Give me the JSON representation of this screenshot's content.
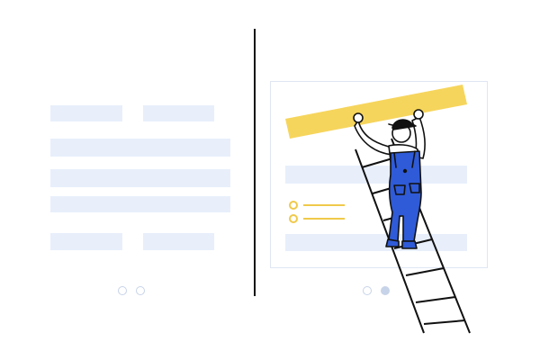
{
  "illustration": {
    "subject": "worker-on-ladder",
    "colors": {
      "placeholder": "#e8effb",
      "outline": "#111111",
      "beam": "#f6d55c",
      "overalls": "#2f5bd8",
      "bullet": "#f0c94a",
      "dot": "#c7d3e8",
      "frame_border": "#dfe6f3"
    }
  },
  "left_panel": {
    "pagination": {
      "pages": 2,
      "active": 0
    }
  },
  "right_panel": {
    "pagination": {
      "pages": 2,
      "active": 1
    }
  }
}
